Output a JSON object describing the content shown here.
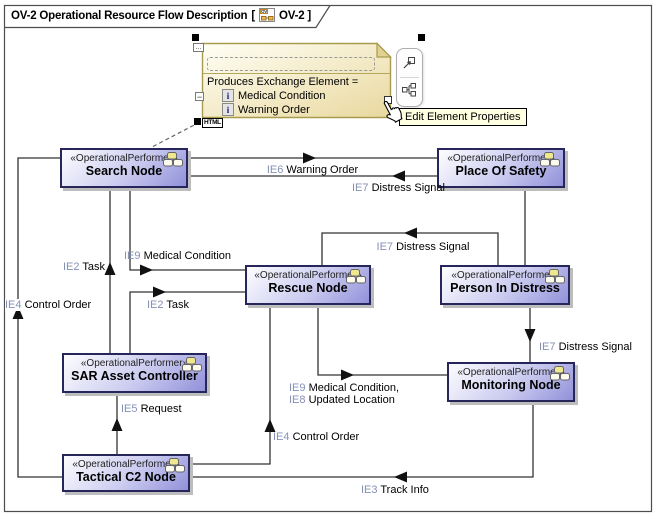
{
  "frame": {
    "title": "OV-2 Operational Resource Flow Description",
    "bracket_open": "[",
    "diagram_ref": "OV-2 ]"
  },
  "note": {
    "produces_label": "Produces Exchange Element =",
    "items": [
      {
        "info_glyph": "i",
        "label": "Medical Condition"
      },
      {
        "info_glyph": "i",
        "label": "Warning Order"
      }
    ],
    "dots_glyph": "...",
    "collapse_glyph": "−",
    "html_badge": "HTML"
  },
  "popup_toolbar": {
    "tooltip": "Edit Element Properties"
  },
  "nodes": {
    "search": {
      "stereotype": "«OperationalPerformer»",
      "name": "Search Node"
    },
    "place_of_safety": {
      "stereotype": "«OperationalPerformer»",
      "name": "Place Of Safety"
    },
    "rescue": {
      "stereotype": "«OperationalPerformer»",
      "name": "Rescue Node"
    },
    "person_in_distress": {
      "stereotype": "«OperationalPerformer»",
      "name": "Person In Distress"
    },
    "sar_asset_controller": {
      "stereotype": "«OperationalPerformer»",
      "name": "SAR Asset Controller"
    },
    "monitoring": {
      "stereotype": "«OperationalPerformer»",
      "name": "Monitoring Node"
    },
    "tactical_c2": {
      "stereotype": "«OperationalPerformer»",
      "name": "Tactical C2 Node"
    }
  },
  "exchanges": {
    "ie6": {
      "id": "IE6",
      "name": "Warning Order"
    },
    "ie7_top": {
      "id": "IE7",
      "name": "Distress Signal"
    },
    "ie7_mid": {
      "id": "IE7",
      "name": "Distress Signal"
    },
    "ie7_low": {
      "id": "IE7",
      "name": "Distress Signal"
    },
    "ie9_left": {
      "id": "IE9",
      "name": "Medical Condition"
    },
    "ie9_low": {
      "id": "IE9",
      "name": "Medical Condition,"
    },
    "ie8": {
      "id": "IE8",
      "name": "Updated Location"
    },
    "ie2_up": {
      "id": "IE2",
      "name": "Task"
    },
    "ie2_right": {
      "id": "IE2",
      "name": "Task"
    },
    "ie4_left": {
      "id": "IE4",
      "name": "Control Order"
    },
    "ie4_mid": {
      "id": "IE4",
      "name": "Control Order"
    },
    "ie5": {
      "id": "IE5",
      "name": "Request"
    },
    "ie3": {
      "id": "IE3",
      "name": "Track Info"
    }
  },
  "colors": {
    "node_gradient_end": "#9191da",
    "note_border": "#a79b4e",
    "exchange_id_text": "#8590b4",
    "tooltip_bg": "#ffffe1"
  }
}
